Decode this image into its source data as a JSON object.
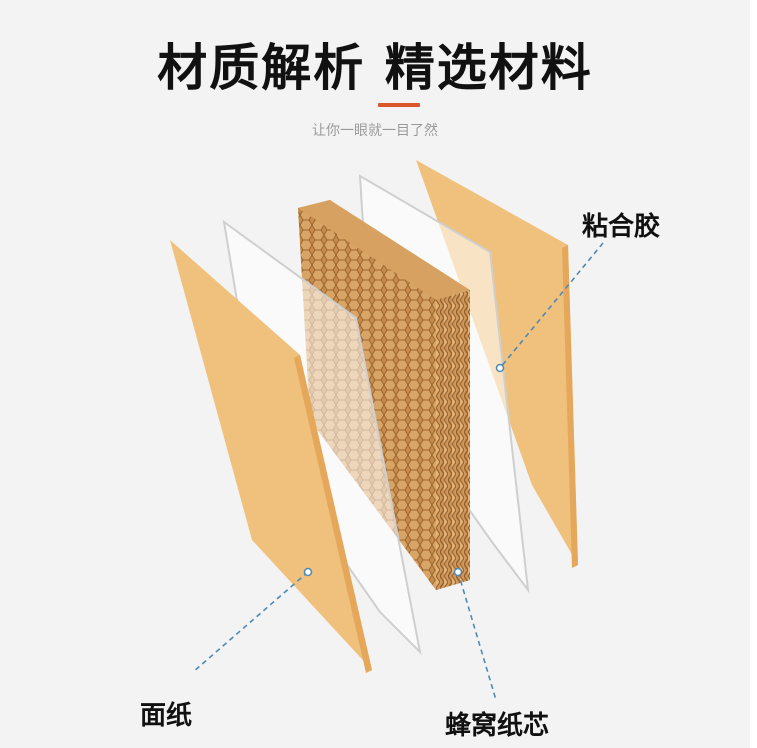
{
  "header": {
    "title": "材质解析  精选材料",
    "subtitle": "让你一眼就一目了然"
  },
  "labels": {
    "adhesive": "粘合胶",
    "face_paper": "面纸",
    "honeycomb_core": "蜂窝纸芯"
  },
  "colors": {
    "accent": "#d9572b",
    "kraft": "#f0c07d",
    "kraft_edge": "#e5a85a",
    "honeycomb": "#c98e4f",
    "leader_line": "#4d8ab5"
  }
}
